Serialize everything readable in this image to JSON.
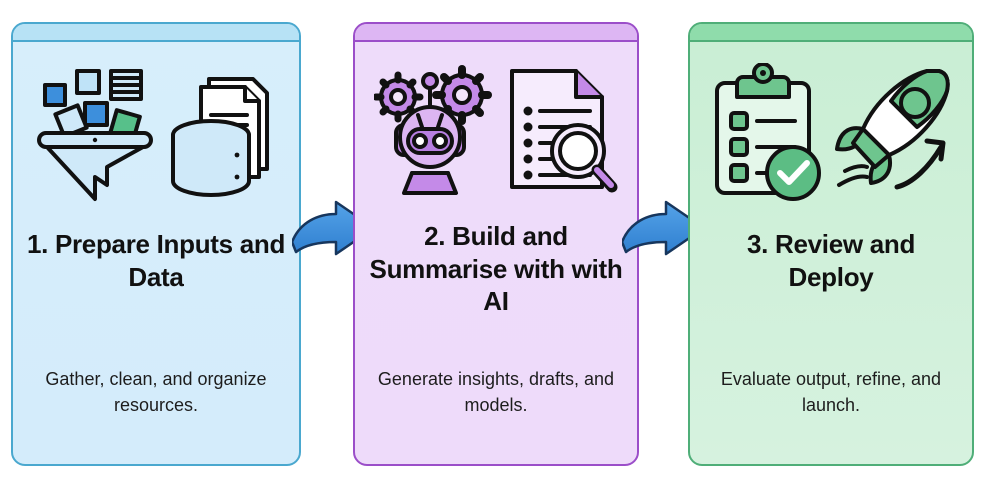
{
  "diagram": {
    "type": "three-step-process-flow",
    "arrow_color": "#3d8fdc",
    "arrow_outline": "#17365d",
    "steps": [
      {
        "id": "step-1",
        "number": "1.",
        "title": "1. Prepare Inputs and Data",
        "description": "Gather, clean, and organize resources.",
        "accent": "#4aa8cf",
        "background": "#d7eefb",
        "header_color": "#b7e2f5",
        "icons": [
          "funnel-icon",
          "database-icon",
          "documents-icon"
        ]
      },
      {
        "id": "step-2",
        "number": "2.",
        "title": "2. Build and Summarise with with AI",
        "description": "Generate insights, drafts, and models.",
        "accent": "#9b4ec9",
        "background": "#eedcfa",
        "header_color": "#ddb6f3",
        "icons": [
          "robot-icon",
          "gear-icon",
          "document-search-icon",
          "magnifier-icon"
        ]
      },
      {
        "id": "step-3",
        "number": "3.",
        "title": "3. Review and Deploy",
        "description": "Evaluate output, refine, and launch.",
        "accent": "#4fae78",
        "background": "#c9eed4",
        "header_color": "#8fdcab",
        "icons": [
          "clipboard-checklist-icon",
          "check-badge-icon",
          "rocket-icon",
          "growth-arrow-icon"
        ]
      }
    ],
    "connectors": [
      {
        "id": "arrow-1",
        "from": "step-1",
        "to": "step-2",
        "label": ""
      },
      {
        "id": "arrow-2",
        "from": "step-2",
        "to": "step-3",
        "label": ""
      }
    ]
  }
}
